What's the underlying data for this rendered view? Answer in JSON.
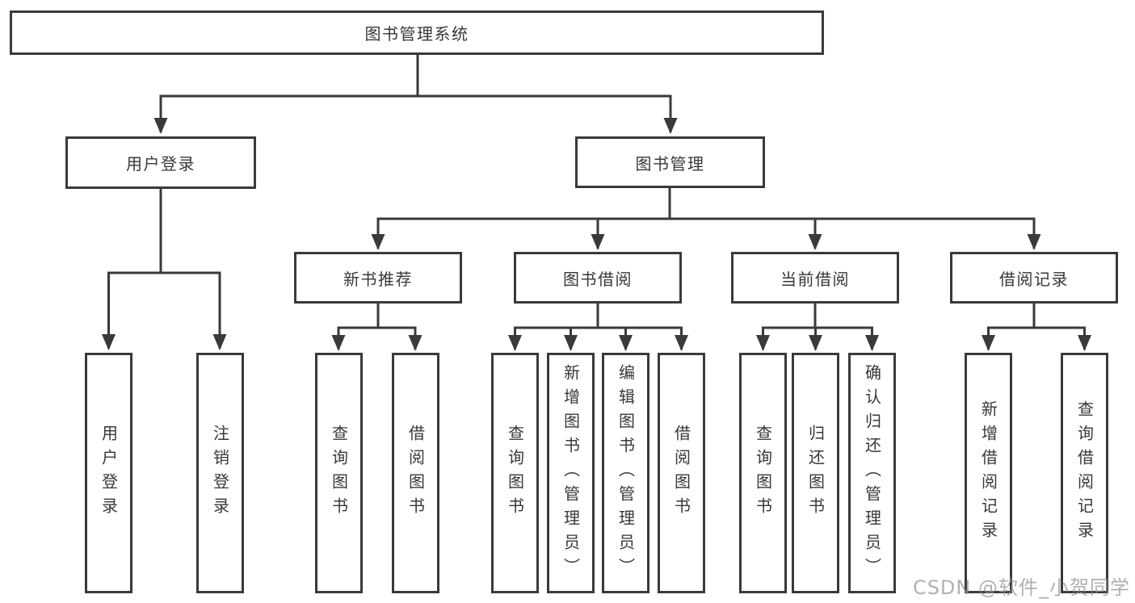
{
  "diagram": {
    "title_node": {
      "label": "图书管理系统"
    },
    "root": {
      "label": "图书管理系统"
    },
    "branches": [
      {
        "label": "用户登录",
        "children": [
          {
            "label": "用户登录"
          },
          {
            "label": "注销登录"
          }
        ]
      },
      {
        "label": "图书管理",
        "children": [
          {
            "label": "新书推荐",
            "children": [
              {
                "label": "查询图书"
              },
              {
                "label": "借阅图书"
              }
            ]
          },
          {
            "label": "图书借阅",
            "children": [
              {
                "label": "查询图书"
              },
              {
                "label": "新增图书（管理员）"
              },
              {
                "label": "编辑图书（管理员）"
              },
              {
                "label": "借阅图书"
              }
            ]
          },
          {
            "label": "当前借阅",
            "children": [
              {
                "label": "查询图书"
              },
              {
                "label": "归还图书"
              },
              {
                "label": "确认归还（管理员）"
              }
            ]
          },
          {
            "label": "借阅记录",
            "children": [
              {
                "label": "新增借阅记录"
              },
              {
                "label": "查询借阅记录"
              }
            ]
          }
        ]
      }
    ],
    "watermark": "CSDN @软件_小贺同学",
    "colors": {
      "line": "#3a3a3a",
      "text": "#383838",
      "box_fill": "#ffffff",
      "watermark": "#919191"
    }
  }
}
